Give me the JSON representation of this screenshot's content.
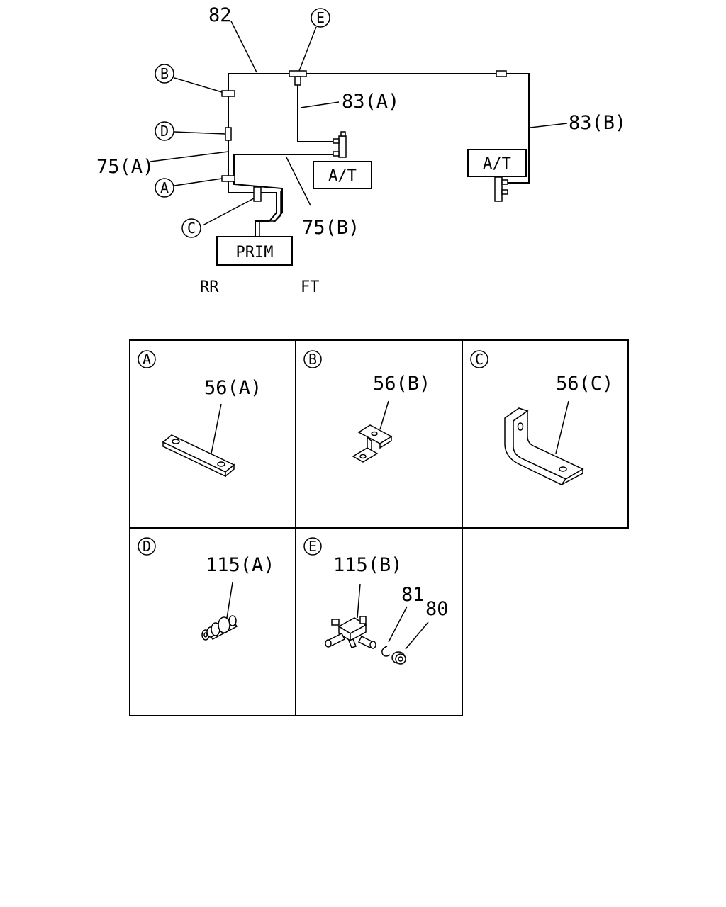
{
  "callouts": {
    "c82": "82",
    "c83a": "83(A)",
    "c83b": "83(B)",
    "c75a": "75(A)",
    "c75b": "75(B)"
  },
  "markers": {
    "a": "A",
    "b": "B",
    "c": "C",
    "d": "D",
    "e": "E"
  },
  "boxes": {
    "at1": "A/T",
    "at2": "A/T",
    "prim": "PRIM"
  },
  "direction": {
    "rr": "RR",
    "ft": "FT"
  },
  "details": [
    {
      "marker": "A",
      "label": "56(A)"
    },
    {
      "marker": "B",
      "label": "56(B)"
    },
    {
      "marker": "C",
      "label": "56(C)"
    },
    {
      "marker": "D",
      "label": "115(A)"
    },
    {
      "marker": "E",
      "label": "115(B)",
      "extra1": "81",
      "extra2": "80"
    }
  ]
}
